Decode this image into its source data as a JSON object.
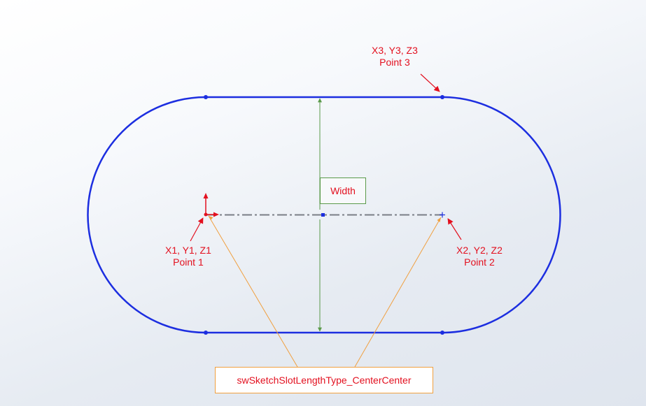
{
  "labels": {
    "point3_coords": "X3, Y3, Z3",
    "point3_name": "Point 3",
    "point1_coords": "X1, Y1, Z1",
    "point1_name": "Point 1",
    "point2_coords": "X2, Y2, Z2",
    "point2_name": "Point 2",
    "width": "Width",
    "slot_type": "swSketchSlotLengthType_CenterCenter"
  },
  "colors": {
    "slot_outline": "#1c2ee0",
    "centerline": "#7a7e86",
    "dimension": "#5a9a4a",
    "annotation_red": "#e3101f",
    "leader_orange": "#f0a040"
  }
}
